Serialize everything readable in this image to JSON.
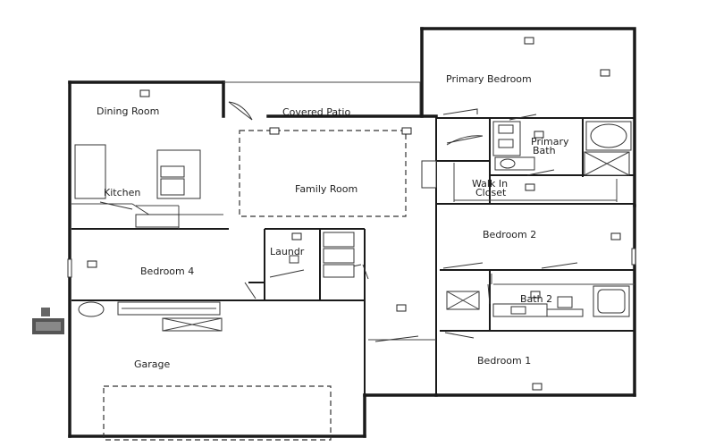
{
  "rooms": {
    "primary_bedroom": "Primary Bedroom",
    "dining_room": "Dining Room",
    "covered_patio": "Covered Patio",
    "primary_bath_line1": "Primary",
    "primary_bath_line2": "Bath",
    "kitchen": "Kitchen",
    "family_room": "Family Room",
    "walk_in_closet_line1": "Walk In",
    "walk_in_closet_line2": "Closet",
    "bedroom_2": "Bedroom 2",
    "bedroom_4": "Bedroom 4",
    "laundry": "Laundr",
    "bath_2": "Bath 2",
    "garage": "Garage",
    "bedroom_1": "Bedroom 1"
  },
  "icons": {
    "ceiling_fixture": "ceiling-light-icon",
    "compass": "compass-icon"
  }
}
